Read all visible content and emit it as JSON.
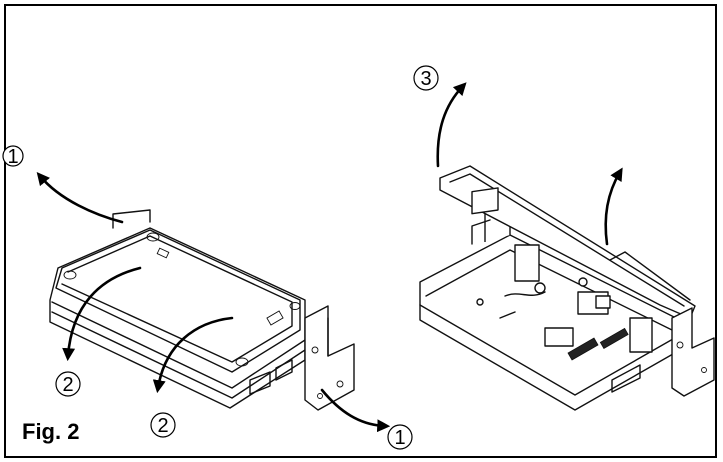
{
  "figure": {
    "label": "Fig. 2",
    "callouts": {
      "c1_top": "1",
      "c2_left": "2",
      "c2_right": "2",
      "c1_bottom": "1",
      "c3_top": "3"
    }
  },
  "colors": {
    "ink": "#111111",
    "background": "#ffffff"
  }
}
